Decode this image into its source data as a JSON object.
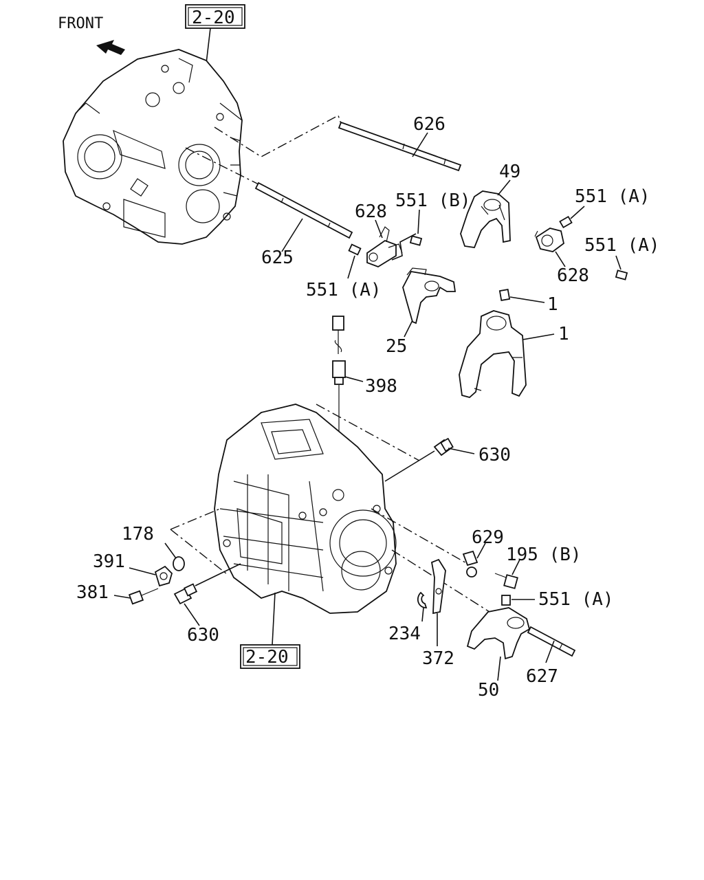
{
  "direction_label": "FRONT",
  "ref_boxes": [
    "2-20",
    "2-20"
  ],
  "callouts": [
    {
      "id": "626",
      "text": "626"
    },
    {
      "id": "49",
      "text": "49"
    },
    {
      "id": "551a_1",
      "text": "551 (A)"
    },
    {
      "id": "628_r",
      "text": "628"
    },
    {
      "id": "551b",
      "text": "551 (B)"
    },
    {
      "id": "628_l",
      "text": "628"
    },
    {
      "id": "551a_2",
      "text": "551 (A)"
    },
    {
      "id": "625",
      "text": "625"
    },
    {
      "id": "551a_3",
      "text": "551 (A)"
    },
    {
      "id": "551a_4",
      "text": "551 (A)"
    },
    {
      "id": "1",
      "text": "1"
    },
    {
      "id": "25",
      "text": "25"
    },
    {
      "id": "398",
      "text": "398"
    },
    {
      "id": "630_t",
      "text": "630"
    },
    {
      "id": "178",
      "text": "178"
    },
    {
      "id": "391",
      "text": "391"
    },
    {
      "id": "381",
      "text": "381"
    },
    {
      "id": "630_b",
      "text": "630"
    },
    {
      "id": "629",
      "text": "629"
    },
    {
      "id": "195b",
      "text": "195 (B)"
    },
    {
      "id": "551a_5",
      "text": "551 (A)"
    },
    {
      "id": "234",
      "text": "234"
    },
    {
      "id": "372",
      "text": "372"
    },
    {
      "id": "627",
      "text": "627"
    },
    {
      "id": "50",
      "text": "50"
    }
  ]
}
